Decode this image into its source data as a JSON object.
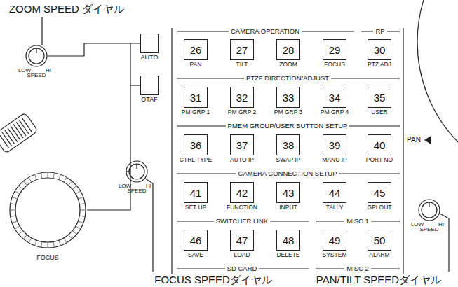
{
  "diagram": {
    "nodes": [
      {
        "text": [
          "AUTO"
        ]
      },
      {
        "text": [
          "OTAF"
        ]
      },
      {
        "text": [
          "26",
          "PAN"
        ]
      },
      {
        "text": [
          "27",
          "TILT"
        ]
      },
      {
        "text": [
          "28",
          "ZOOM"
        ]
      },
      {
        "text": [
          "29",
          "FOCUS"
        ]
      },
      {
        "text": [
          "30",
          "PTZ ADJ"
        ]
      },
      {
        "text": [
          "31",
          "PM GRP 1"
        ]
      },
      {
        "text": [
          "32",
          "PM GRP 2"
        ]
      },
      {
        "text": [
          "33",
          "PM GRP 3"
        ]
      },
      {
        "text": [
          "34",
          "PM GRP 4"
        ]
      },
      {
        "text": [
          "35",
          "USER"
        ]
      },
      {
        "text": [
          "36",
          "CTRL TYPE"
        ]
      },
      {
        "text": [
          "37",
          "AUTO IP"
        ]
      },
      {
        "text": [
          "38",
          "SWAP IP"
        ]
      },
      {
        "text": [
          "39",
          "MANU IP"
        ]
      },
      {
        "text": [
          "40",
          "PORT NO"
        ]
      },
      {
        "text": [
          "41",
          "SET UP"
        ]
      },
      {
        "text": [
          "42",
          "FUNCTION"
        ]
      },
      {
        "text": [
          "43",
          "INPUT"
        ]
      },
      {
        "text": [
          "44",
          "TALLY"
        ]
      },
      {
        "text": [
          "45",
          "GPI OUT"
        ]
      },
      {
        "text": [
          "46",
          "SAVE"
        ]
      },
      {
        "text": [
          "47",
          "LOAD"
        ]
      },
      {
        "text": [
          "48",
          "DELETE"
        ]
      },
      {
        "text": [
          "49",
          "SYSTEM"
        ]
      },
      {
        "text": [
          "50",
          "ALARM"
        ]
      }
    ],
    "labels": [
      "ZOOM SPEED ダイヤル",
      "LOW",
      "SPEED",
      "HI",
      "CAMERA OPERATION",
      "RP",
      "PTZF DIRECTION/ADJUST",
      "PMEM GROUP/USER BUTTON SETUP",
      "CAMERA CONNECTION SETUP",
      "SWITCHER LINK",
      "MISC 1",
      "SD CARD",
      "MISC 2",
      "PAN",
      "LOW",
      "SPEED",
      "HI",
      "FOCUS",
      "LOW",
      "SPEED",
      "HI",
      "FOCUS SPEEDダイヤル",
      "PAN/TILT SPEEDダイヤル"
    ]
  }
}
